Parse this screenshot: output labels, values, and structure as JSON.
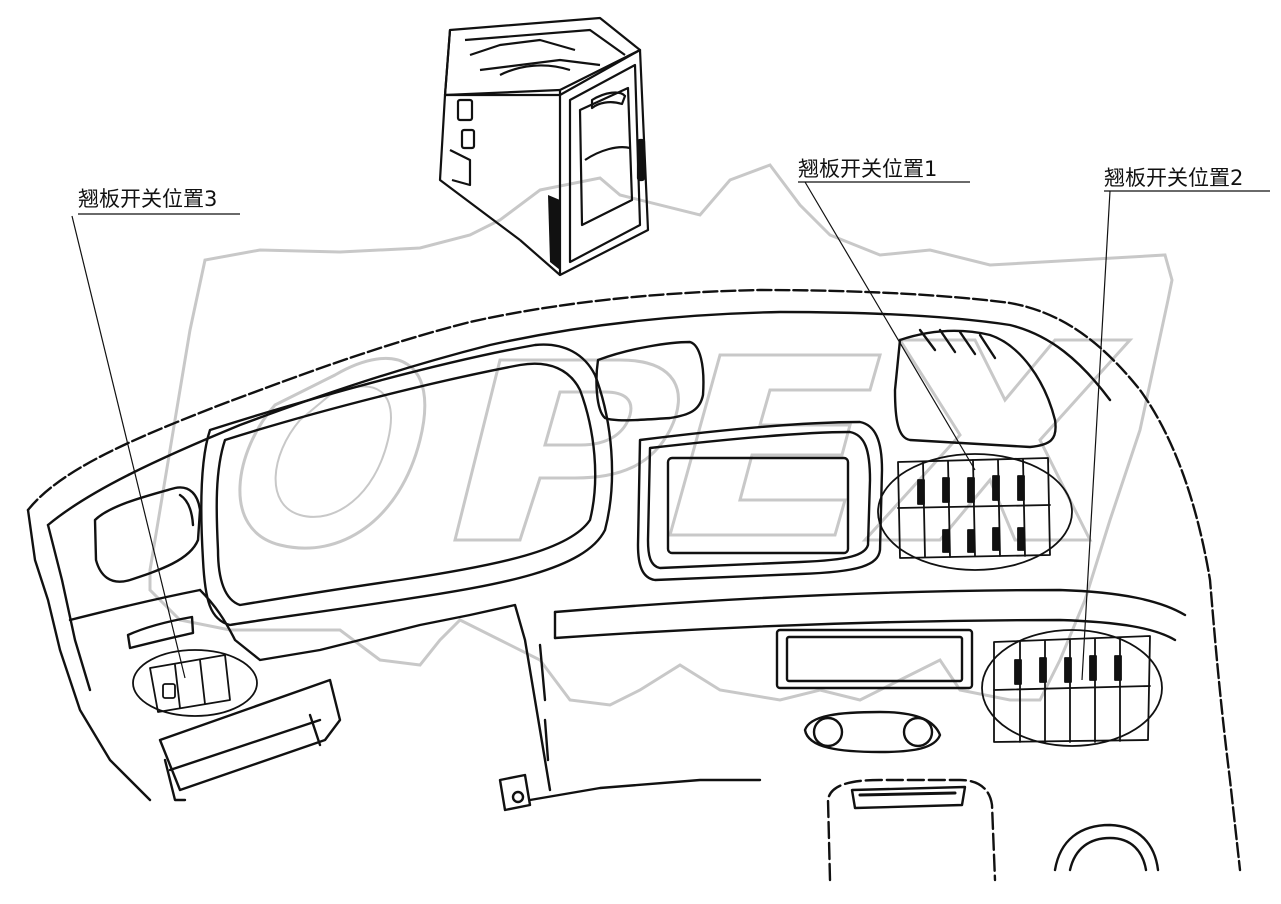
{
  "labels": {
    "position_1": "翘板开关位置1",
    "position_2": "翘板开关位置2",
    "position_3": "翘板开关位置3"
  },
  "watermark": {
    "text": "OPEX"
  },
  "colors": {
    "line": "#111111",
    "watermark_stroke": "#c8c8c8",
    "background": "#ffffff"
  }
}
